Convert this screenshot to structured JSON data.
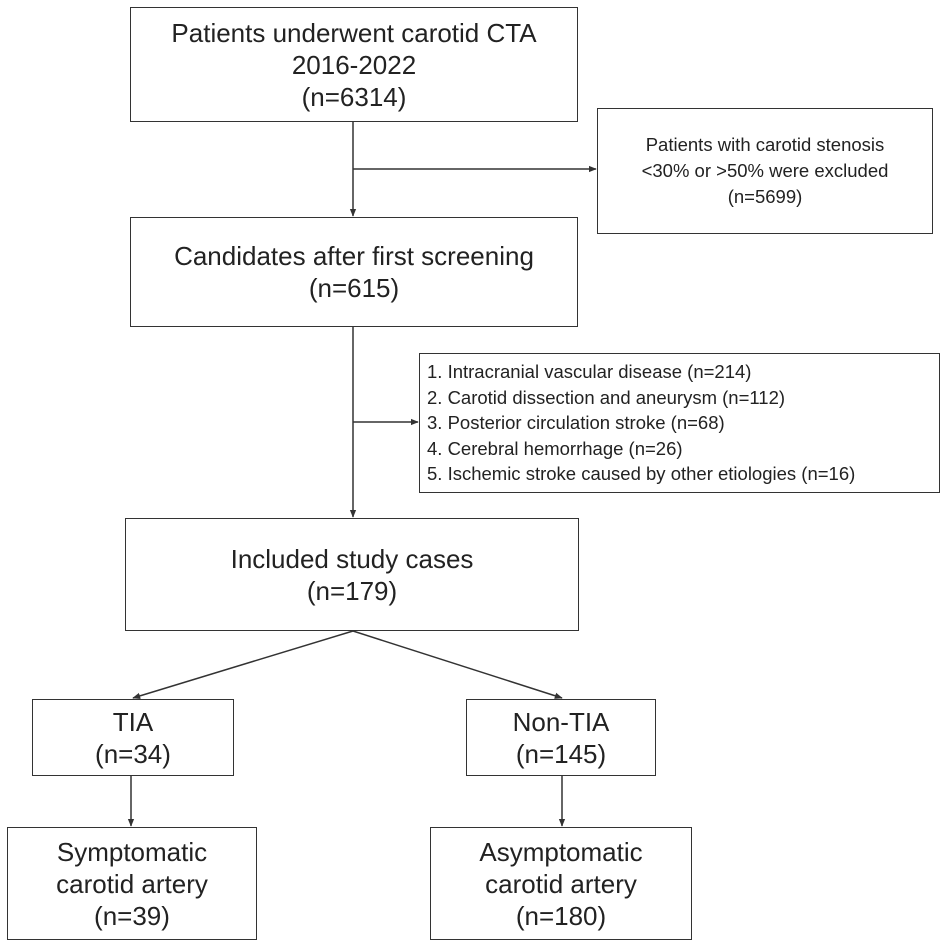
{
  "boxes": {
    "start": {
      "lines": [
        "Patients underwent carotid CTA",
        "2016-2022",
        "(n=6314)"
      ]
    },
    "exclusion1": {
      "lines": [
        "Patients with carotid stenosis",
        "<30% or >50% were excluded",
        "(n=5699)"
      ]
    },
    "screening": {
      "lines": [
        "Candidates after first screening",
        "(n=615)"
      ]
    },
    "exclusion2": {
      "lines": [
        "1. Intracranial vascular disease (n=214)",
        "2. Carotid dissection and aneurysm (n=112)",
        "3. Posterior circulation stroke (n=68)",
        "4. Cerebral hemorrhage (n=26)",
        "5. Ischemic stroke caused by other etiologies (n=16)"
      ]
    },
    "included": {
      "lines": [
        "Included study cases",
        "(n=179)"
      ]
    },
    "tia": {
      "lines": [
        "TIA",
        "(n=34)"
      ]
    },
    "nontia": {
      "lines": [
        "Non-TIA",
        "(n=145)"
      ]
    },
    "symptomatic": {
      "lines": [
        "Symptomatic",
        "carotid artery",
        "(n=39)"
      ]
    },
    "asymptomatic": {
      "lines": [
        "Asymptomatic",
        "carotid artery",
        "(n=180)"
      ]
    }
  },
  "colors": {
    "line": "#333333",
    "text": "#222222",
    "background": "#ffffff"
  }
}
